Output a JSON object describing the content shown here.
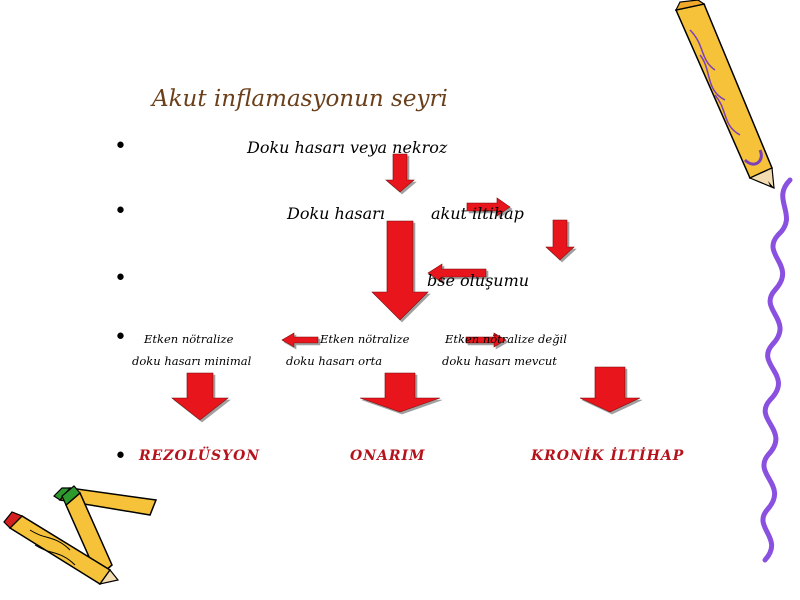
{
  "slide": {
    "title": "Akut inflamasyonun seyri",
    "bullet_char": "•",
    "line1": "Doku hasarı veya nekroz",
    "line2_left": "Doku hasarı",
    "line2_right": "akut iltihap",
    "line3": "bse oluşumu",
    "col1_top": "Etken nötralize",
    "col1_bottom": "doku hasarı minimal",
    "col2_top": "Etken nötralize",
    "col2_bottom": "doku hasarı orta",
    "col3_top": "Etken nötralize değil",
    "col3_bottom": "doku hasarı mevcut",
    "outcome1": "REZOLÜSYON",
    "outcome2": "ONARIM",
    "outcome3": "KRONİK İLTİHAP"
  },
  "colors": {
    "title": "#6b3f1a",
    "arrow": "#e8141b",
    "outcome": "#b5121b",
    "pencil_body": "#f5c23a",
    "pencil_accent": "#7b3fb8"
  },
  "decor": [
    "pencil-top-right-icon",
    "squiggle-purple-icon",
    "pencils-bottom-left-icon"
  ]
}
